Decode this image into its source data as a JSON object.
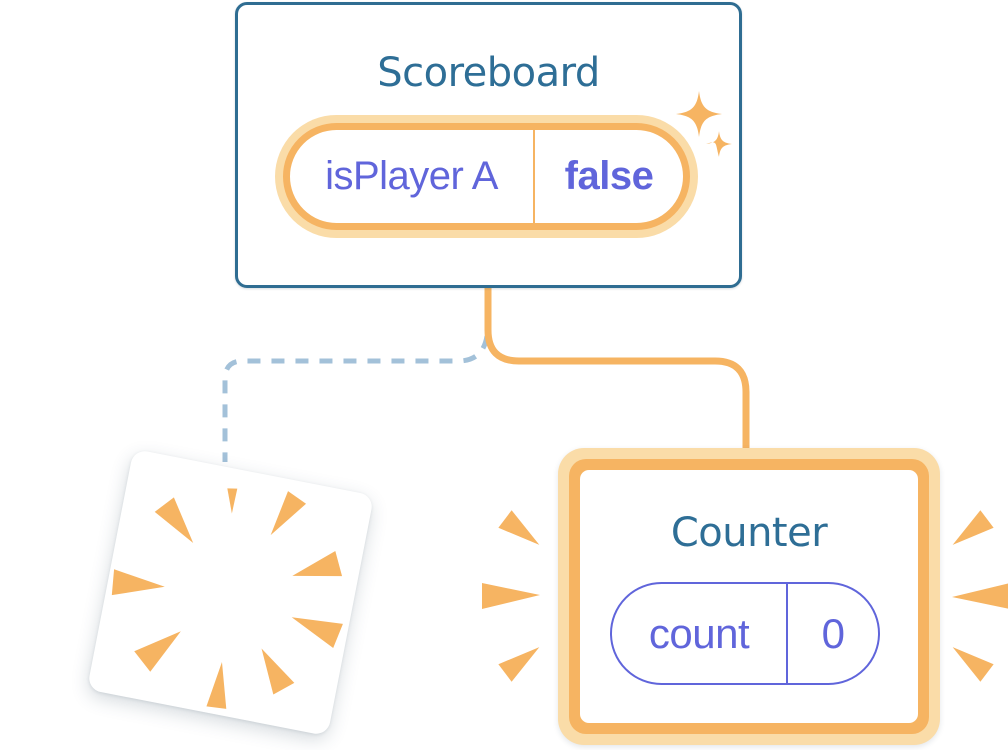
{
  "diagram": {
    "scoreboard": {
      "title": "Scoreboard",
      "state_key": "isPlayer A",
      "state_value": "false"
    },
    "counter": {
      "title": "Counter",
      "state_key": "count",
      "state_value": "0"
    },
    "destroyed_component": {
      "label": ""
    }
  },
  "colors": {
    "card_border_blue": "#2f6d92",
    "title_blue": "#2e6e96",
    "accent_orange": "#f6b462",
    "accent_orange_glow": "#fadca8",
    "state_purple": "#6065db",
    "dashed_line_blue": "#a3c1d9",
    "background": "#ffffff"
  },
  "icons": {
    "sparkles": "sparkle-icon",
    "burst": "burst-icon",
    "emphasis": "emphasis-mark-icon"
  }
}
